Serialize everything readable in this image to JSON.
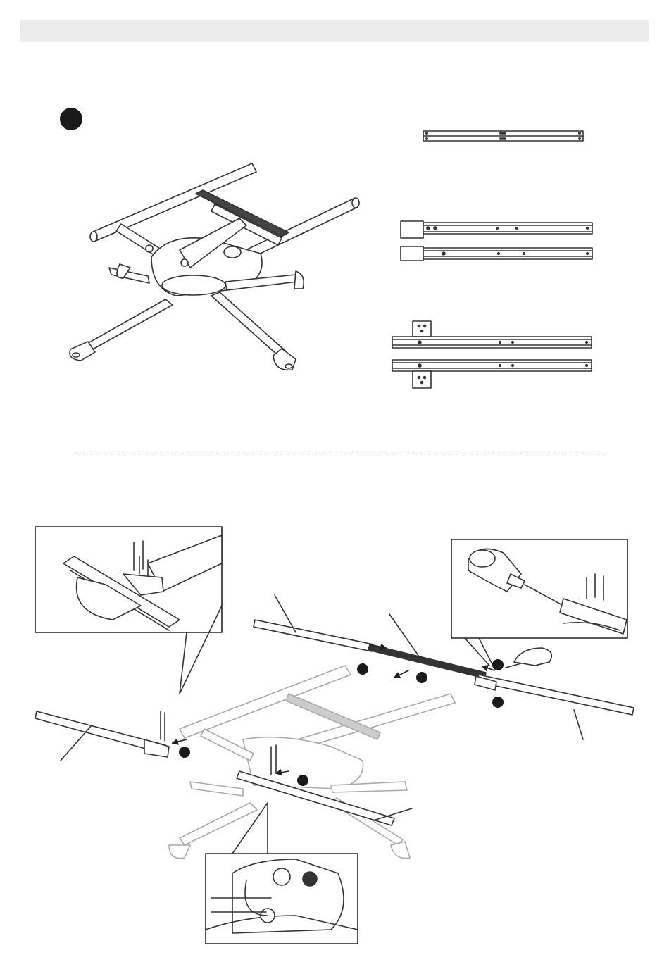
{
  "page": {
    "has_header_bar": true,
    "step_badge": "filled-circle",
    "accent_color": "#1a1a1a",
    "line_color": "#333333"
  },
  "parts": {
    "crossbar_count": 1,
    "inner_rail_count": 2,
    "outer_rail_with_bracket_count": 2
  },
  "assembly": {
    "callout_badges": 6,
    "detail_insets": [
      "rail-screw-detail",
      "tool-screw-detail",
      "cable-connector-detail"
    ]
  }
}
